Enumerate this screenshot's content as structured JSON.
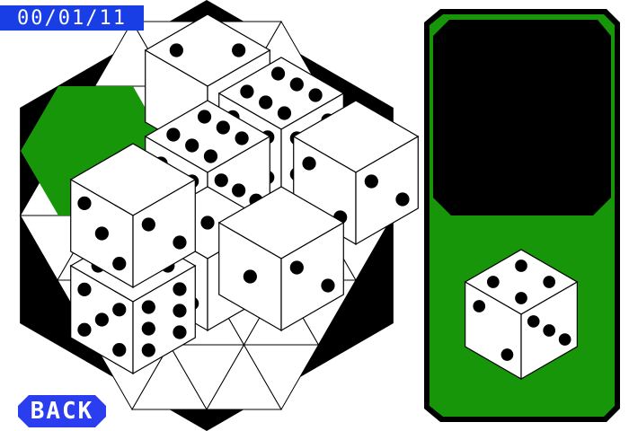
{
  "timer": {
    "text": "00/01/11"
  },
  "back_button": {
    "label": "BACK"
  },
  "colors": {
    "board_frame": "#000000",
    "tile_face": "#ffffff",
    "pip": "#000000",
    "selected_cell": "#18960a",
    "panel_green": "#18960a",
    "panel_window": "#000000",
    "button_blue": "#2a3ef0",
    "timer_blue": "#1a3ee6"
  },
  "board": {
    "selected_cell": "top-left",
    "tiles": [
      {
        "name": "tile-top-center",
        "faces": [
          2,
          0,
          0
        ]
      },
      {
        "name": "tile-upper-right",
        "faces": [
          6,
          5,
          4
        ]
      },
      {
        "name": "tile-center-top",
        "faces": [
          6,
          4,
          3
        ]
      },
      {
        "name": "tile-right",
        "faces": [
          0,
          2,
          2
        ]
      },
      {
        "name": "tile-center-bottom",
        "faces": [
          3,
          2,
          1
        ]
      },
      {
        "name": "tile-lower-left",
        "faces": [
          3,
          5,
          6
        ]
      },
      {
        "name": "tile-lower-right",
        "faces": [
          0,
          1,
          2
        ]
      },
      {
        "name": "tile-left",
        "faces": [
          0,
          3,
          2
        ]
      }
    ]
  },
  "next_piece": {
    "faces": [
      4,
      2,
      3
    ]
  }
}
